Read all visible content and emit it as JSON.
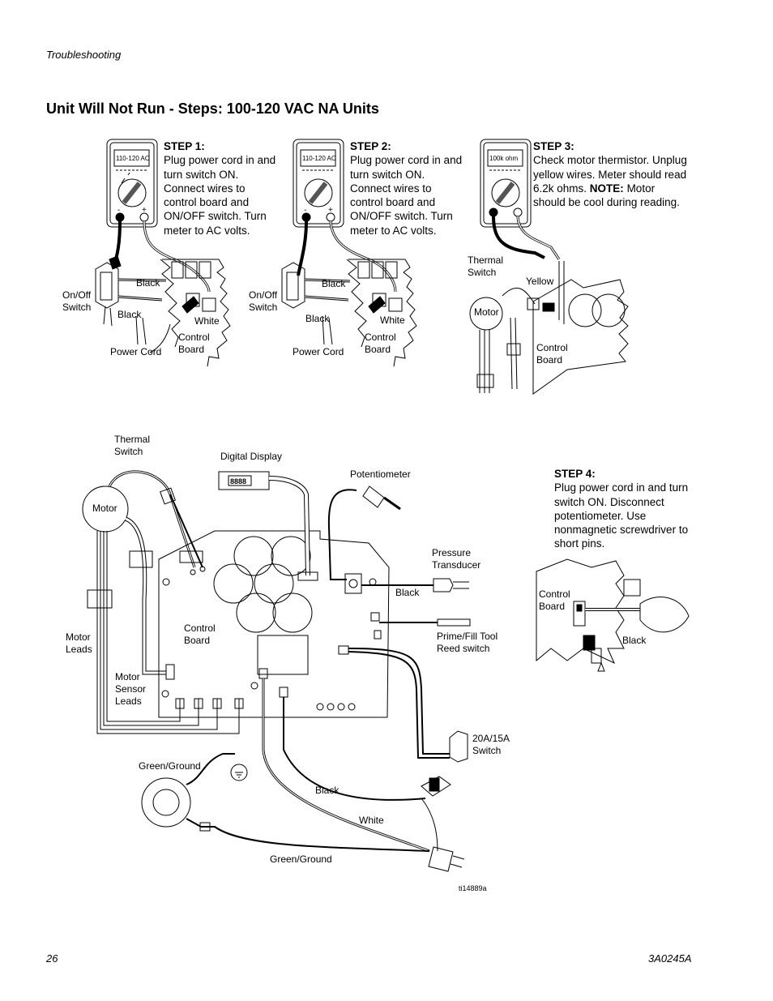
{
  "header": {
    "section": "Troubleshooting"
  },
  "title": "Unit Will Not Run - Steps: 100-120 VAC NA Units",
  "steps": [
    {
      "head": "STEP 1:",
      "text": "Plug power cord in and turn switch ON. Connect wires to control board and ON/OFF switch. Turn meter to AC volts."
    },
    {
      "head": "STEP 2:",
      "text": "Plug power cord in and turn switch ON. Connect wires to control board and ON/OFF switch. Turn meter to AC volts."
    },
    {
      "head": "STEP 3:",
      "text": "Check motor thermistor. Unplug yellow wires. Meter should read 6.2k ohms.",
      "note_head": "NOTE:",
      "note": "Motor should be cool during reading."
    },
    {
      "head": "STEP 4:",
      "text": "Plug power cord in and turn switch ON. Disconnect potentiometer. Use nonmagnetic screwdriver to short pins."
    }
  ],
  "meters": [
    {
      "display": "110-120 AC"
    },
    {
      "display": "110-120 AC"
    },
    {
      "display": "100k ohm"
    }
  ],
  "diagram1": {
    "on_off_1": "On/Off",
    "on_off_2": "Switch",
    "black_top": "Black",
    "black_bottom": "Black",
    "white": "White",
    "power_cord": "Power Cord",
    "control_1": "Control",
    "control_2": "Board"
  },
  "diagram2": {
    "on_off_1": "On/Off",
    "on_off_2": "Switch",
    "black_top": "Black",
    "black_bottom": "Black",
    "white": "White",
    "power_cord": "Power Cord",
    "control_1": "Control",
    "control_2": "Board"
  },
  "diagram3": {
    "thermal_1": "Thermal",
    "thermal_2": "Switch",
    "yellow": "Yellow",
    "motor": "Motor",
    "control_1": "Control",
    "control_2": "Board"
  },
  "main": {
    "thermal_1": "Thermal",
    "thermal_2": "Switch",
    "digital_display": "Digital Display",
    "potentiometer": "Potentiometer",
    "motor": "Motor",
    "pressure_1": "Pressure",
    "pressure_2": "Transducer",
    "black_pt": "Black",
    "control_1": "Control",
    "control_2": "Board",
    "motor_leads_1": "Motor",
    "motor_leads_2": "Leads",
    "prime_1": "Prime/Fill Tool",
    "prime_2": "Reed switch",
    "sensor_1": "Motor",
    "sensor_2": "Sensor",
    "sensor_3": "Leads",
    "switch20_1": "20A/15A",
    "switch20_2": "Switch",
    "green_ground_top": "Green/Ground",
    "black_cord": "Black",
    "white_cord": "White",
    "green_ground_bottom": "Green/Ground",
    "figure_id": "ti14889a",
    "display_digits": "8888"
  },
  "diagram4": {
    "control_1": "Control",
    "control_2": "Board",
    "black": "Black"
  },
  "footer": {
    "page": "26",
    "doc": "3A0245A"
  }
}
